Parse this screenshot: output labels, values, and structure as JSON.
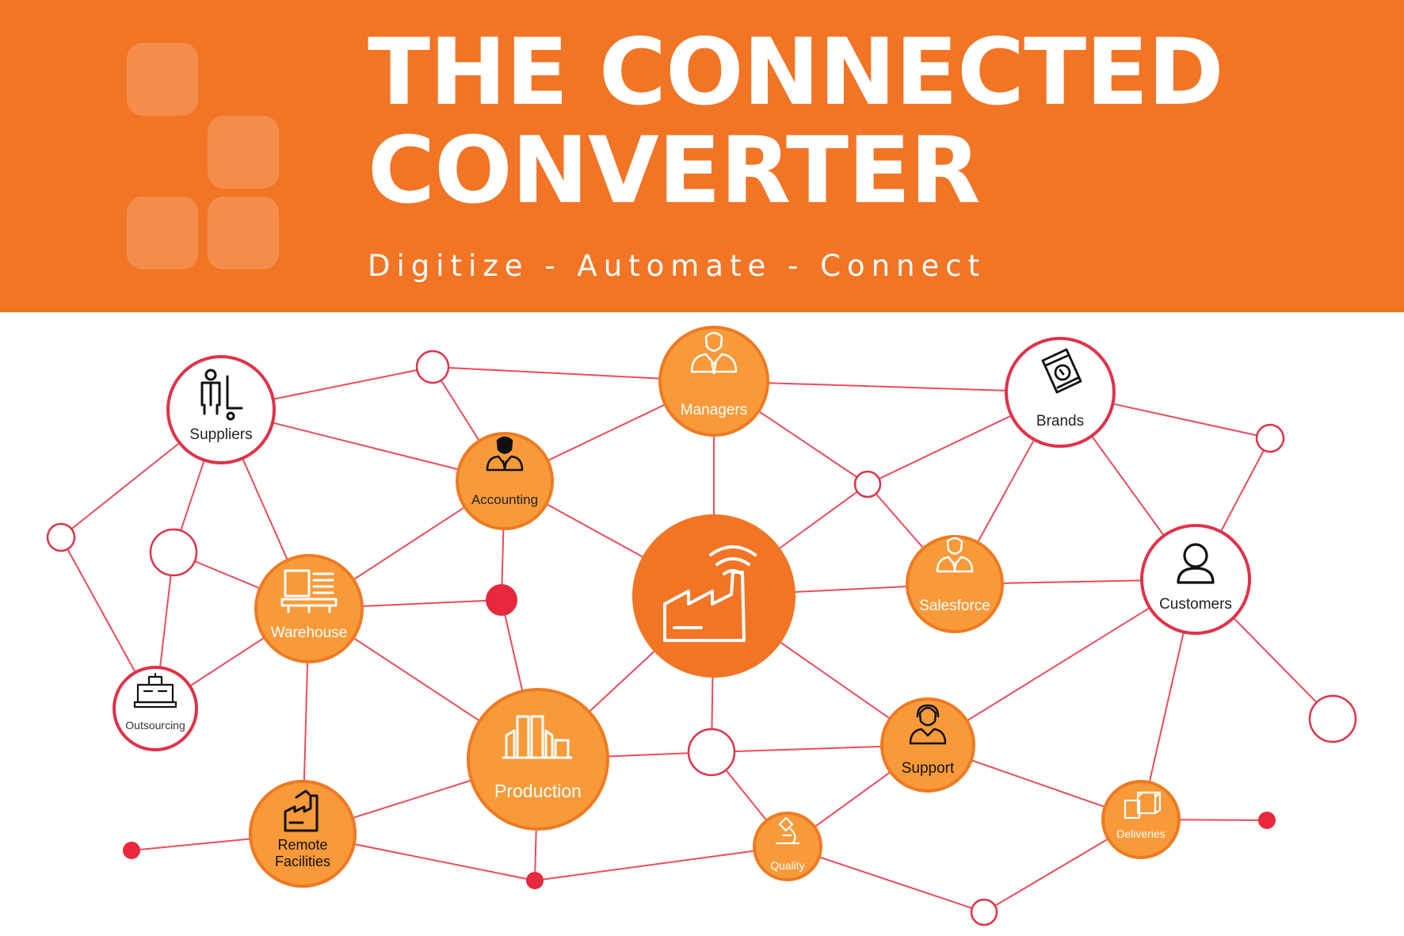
{
  "header": {
    "title_line1": "THE CONNECTED",
    "title_line2": "CONVERTER",
    "tagline": "Digitize - Automate - Connect"
  },
  "colors": {
    "banner": "#f27425",
    "node_orange": "#f89a3a",
    "node_hub": "#f27425",
    "node_outline": "#e03248",
    "edge": "#ec4b5b"
  },
  "nodes": [
    {
      "id": "suppliers",
      "label": "Suppliers",
      "icon": "worker-handtruck-icon",
      "style": "outline"
    },
    {
      "id": "managers",
      "label": "Managers",
      "icon": "manager-icon",
      "style": "orange"
    },
    {
      "id": "brands",
      "label": "Brands",
      "icon": "product-package-icon",
      "style": "outline"
    },
    {
      "id": "accounting",
      "label": "Accounting",
      "icon": "accountant-icon",
      "style": "orange"
    },
    {
      "id": "warehouse",
      "label": "Warehouse",
      "icon": "warehouse-icon",
      "style": "orange"
    },
    {
      "id": "factory",
      "label": "",
      "icon": "connected-factory-icon",
      "style": "hub"
    },
    {
      "id": "salesforce",
      "label": "Salesforce",
      "icon": "salesperson-icon",
      "style": "orange"
    },
    {
      "id": "customers",
      "label": "Customers",
      "icon": "customer-icon",
      "style": "outline"
    },
    {
      "id": "outsourcing",
      "label": "Outsourcing",
      "icon": "machine-icon",
      "style": "outline"
    },
    {
      "id": "production",
      "label": "Production",
      "icon": "production-line-icon",
      "style": "orange"
    },
    {
      "id": "support",
      "label": "Support",
      "icon": "support-agent-icon",
      "style": "orange"
    },
    {
      "id": "remote",
      "label": "Remote Facilities",
      "label_lines": [
        "Remote",
        "Facilities"
      ],
      "icon": "remote-factory-icon",
      "style": "orange"
    },
    {
      "id": "quality",
      "label": "Quality",
      "icon": "microscope-icon",
      "style": "orange"
    },
    {
      "id": "deliveries",
      "label": "Deliveries",
      "icon": "boxes-icon",
      "style": "orange"
    }
  ],
  "edges": [
    [
      "suppliers",
      "j1"
    ],
    [
      "suppliers",
      "accounting"
    ],
    [
      "suppliers",
      "warehouse"
    ],
    [
      "suppliers",
      "j2"
    ],
    [
      "suppliers",
      "j3"
    ],
    [
      "j1",
      "managers"
    ],
    [
      "j1",
      "accounting"
    ],
    [
      "managers",
      "accounting"
    ],
    [
      "managers",
      "factory"
    ],
    [
      "managers",
      "j4"
    ],
    [
      "managers",
      "brands"
    ],
    [
      "accounting",
      "warehouse"
    ],
    [
      "accounting",
      "r1"
    ],
    [
      "accounting",
      "factory"
    ],
    [
      "brands",
      "j4"
    ],
    [
      "brands",
      "salesforce"
    ],
    [
      "brands",
      "customers"
    ],
    [
      "brands",
      "j5"
    ],
    [
      "j4",
      "factory"
    ],
    [
      "j4",
      "salesforce"
    ],
    [
      "j5",
      "customers"
    ],
    [
      "j2",
      "outsourcing"
    ],
    [
      "j3",
      "warehouse"
    ],
    [
      "j3",
      "outsourcing"
    ],
    [
      "warehouse",
      "r1"
    ],
    [
      "warehouse",
      "outsourcing"
    ],
    [
      "warehouse",
      "production"
    ],
    [
      "warehouse",
      "remote"
    ],
    [
      "r1",
      "production"
    ],
    [
      "factory",
      "salesforce"
    ],
    [
      "factory",
      "production"
    ],
    [
      "factory",
      "j6"
    ],
    [
      "factory",
      "support"
    ],
    [
      "salesforce",
      "customers"
    ],
    [
      "customers",
      "support"
    ],
    [
      "customers",
      "deliveries"
    ],
    [
      "customers",
      "j7"
    ],
    [
      "production",
      "j6"
    ],
    [
      "production",
      "remote"
    ],
    [
      "production",
      "r3"
    ],
    [
      "j6",
      "support"
    ],
    [
      "j6",
      "quality"
    ],
    [
      "support",
      "quality"
    ],
    [
      "support",
      "deliveries"
    ],
    [
      "remote",
      "r2"
    ],
    [
      "remote",
      "r3"
    ],
    [
      "r3",
      "quality"
    ],
    [
      "quality",
      "j8"
    ],
    [
      "j8",
      "deliveries"
    ],
    [
      "deliveries",
      "r4"
    ]
  ]
}
